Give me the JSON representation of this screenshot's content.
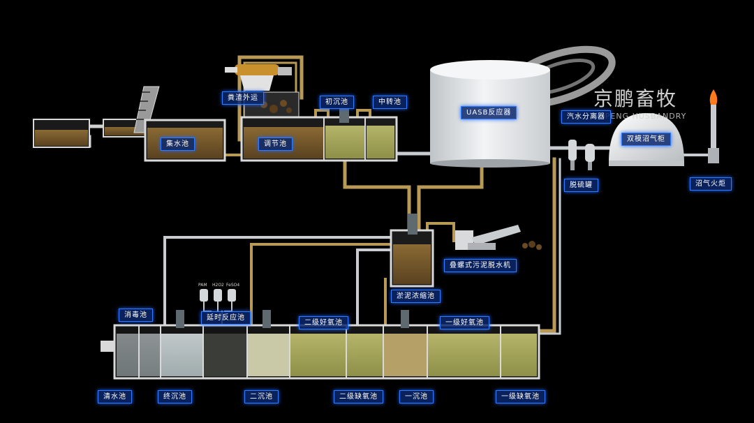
{
  "labels": {
    "manure_out": "粪渣外运",
    "primary_sed": "初沉池",
    "transfer": "中转池",
    "collection": "集水池",
    "regulation": "调节池",
    "uasb": "UASB反应器",
    "steam_sep": "汽水分离器",
    "gas_holder": "双模沼气柜",
    "desulfur": "脱硫罐",
    "flare": "沼气火炬",
    "screw_press": "叠螺式污泥脱水机",
    "thickener": "淤泥浓缩池",
    "disinfection": "消毒池",
    "delay_reaction": "延时反应池",
    "aerobic2": "二级好氧池",
    "aerobic1": "一级好氧池",
    "clear_water": "清水池",
    "final_sed": "终沉池",
    "second_sed": "二沉池",
    "anoxic2": "二级缺氧池",
    "first_sed": "一沉池",
    "anoxic1": "一级缺氧池"
  },
  "chemicals": [
    "PAM",
    "H2O2",
    "FeSO4"
  ],
  "logo": {
    "cn": "京鹏畜牧",
    "en": "NGPENG HUSBANDRY"
  },
  "colors": {
    "label_bg": "#0a286e",
    "label_border": "#2f7dff",
    "pipe": "#b89a56",
    "pipe_light": "#c8ccd0",
    "tank_wall": "#d9d9d9",
    "sludge": "#7a5a2a",
    "flare": "#ff7a1a"
  }
}
